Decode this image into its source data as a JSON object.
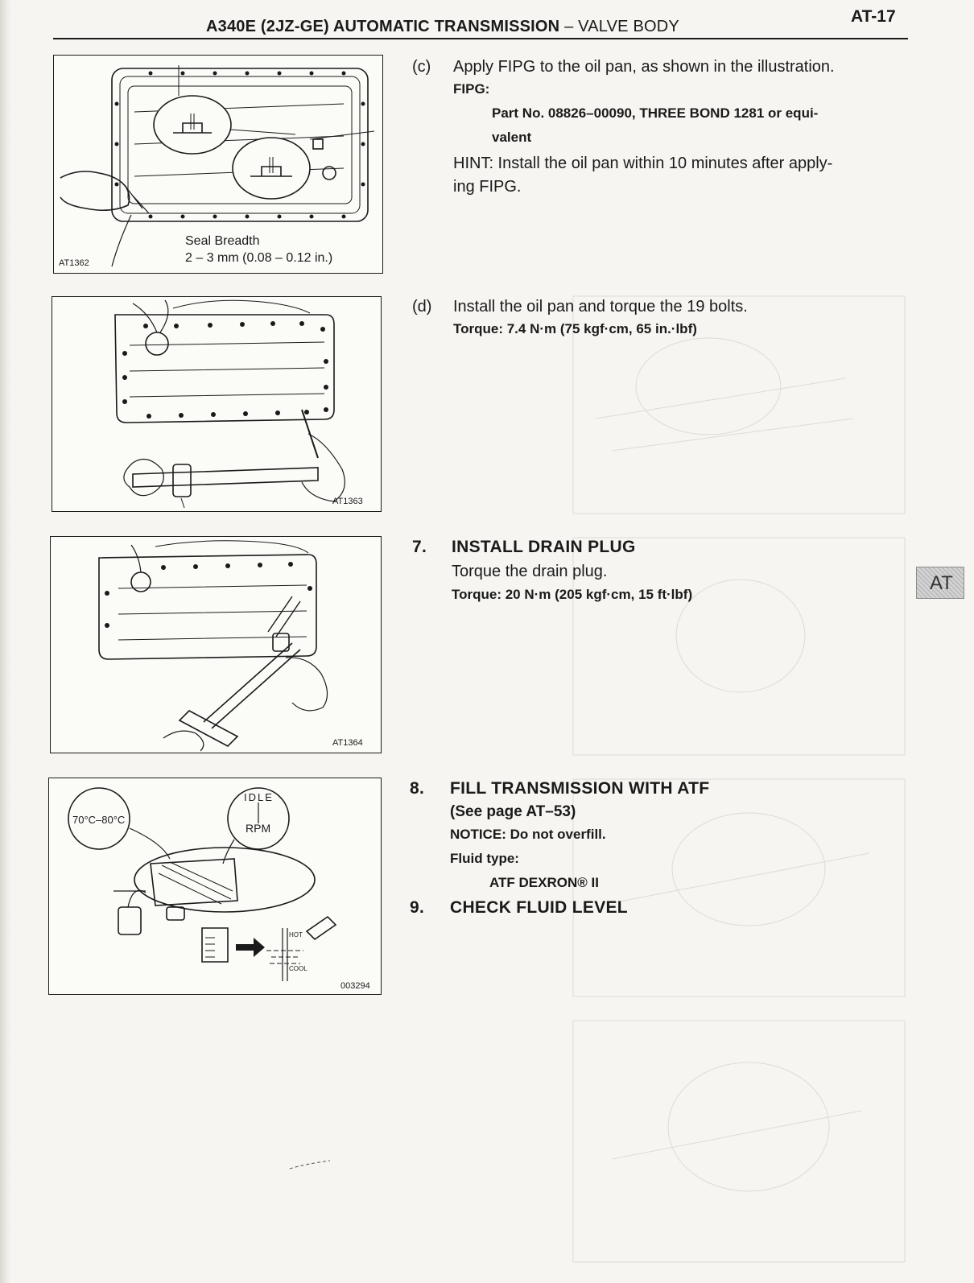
{
  "header": {
    "model": "A340E (2JZ-GE)",
    "section": "AUTOMATIC TRANSMISSION",
    "separator": "–",
    "subsection": "VALVE BODY",
    "page_number": "AT-17"
  },
  "side_tab": {
    "label": "AT"
  },
  "figures": [
    {
      "code": "AT1362",
      "caption_line1": "Seal Breadth",
      "caption_line2": "2 – 3 mm (0.08 – 0.12 in.)"
    },
    {
      "code": "AT1363"
    },
    {
      "code": "AT1364"
    },
    {
      "code": "003294",
      "temp_label": "70°C–80°C",
      "idle_label": "IDLE",
      "rpm_label": "RPM",
      "gauge_hot": "HOT",
      "gauge_cool": "COOL"
    }
  ],
  "steps": {
    "c": {
      "label": "(c)",
      "text": "Apply FIPG to the oil pan, as shown in the illustration.",
      "spec_label": "FIPG:",
      "part_line1": "Part No. 08826–00090, THREE BOND 1281 or equi-",
      "part_line2": "valent",
      "hint_line1": "HINT: Install the oil pan within 10 minutes after apply-",
      "hint_line2": "ing FIPG."
    },
    "d": {
      "label": "(d)",
      "text": "Install the oil pan and torque the 19 bolts.",
      "torque": "Torque: 7.4 N·m (75 kgf·cm, 65 in.·lbf)"
    },
    "s7": {
      "number": "7.",
      "title": "INSTALL DRAIN PLUG",
      "text": "Torque the drain plug.",
      "torque": "Torque: 20 N·m (205 kgf·cm, 15 ft·lbf)"
    },
    "s8": {
      "number": "8.",
      "title": "FILL TRANSMISSION WITH ATF",
      "ref": "(See page AT–53)",
      "notice": "NOTICE: Do not overfill.",
      "fluid_label": "Fluid type:",
      "fluid_value": "ATF DEXRON® II"
    },
    "s9": {
      "number": "9.",
      "title": "CHECK FLUID LEVEL"
    }
  }
}
